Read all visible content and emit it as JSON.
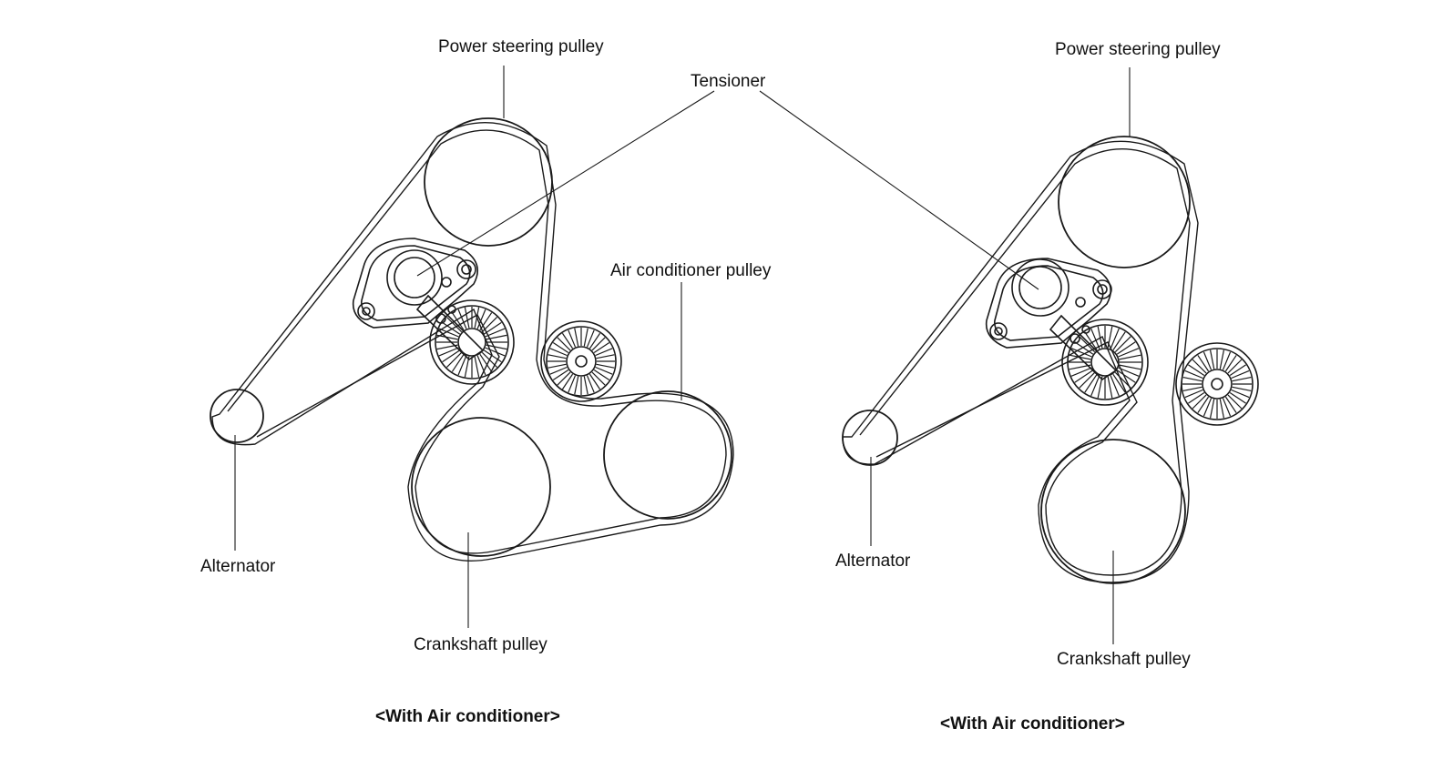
{
  "labels": {
    "tensioner": "Tensioner",
    "left": {
      "power_steering": "Power steering pulley",
      "air_conditioner": "Air conditioner pulley",
      "alternator": "Alternator",
      "crankshaft": "Crankshaft pulley",
      "caption": "<With Air conditioner>"
    },
    "right": {
      "power_steering": "Power steering pulley",
      "alternator": "Alternator",
      "crankshaft": "Crankshaft pulley",
      "caption": "<With Air conditioner>"
    }
  }
}
